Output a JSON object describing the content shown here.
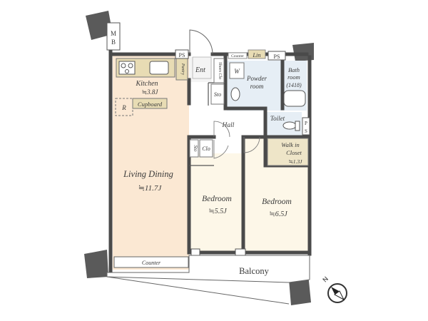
{
  "rooms": {
    "kitchen": {
      "name": "Kitchen",
      "area": "≒3.8J"
    },
    "living_dining": {
      "name": "Living Dining",
      "area": "≒11.7J"
    },
    "bedroom_1": {
      "name": "Bedroom",
      "area": "≒5.5J"
    },
    "bedroom_2": {
      "name": "Bedroom",
      "area": "≒6.5J"
    },
    "walk_in_closet": {
      "line1": "Walk in",
      "line2": "Closet",
      "area": "≒1.3J"
    },
    "bath": {
      "line1": "Bath",
      "line2": "room",
      "line3": "(1418)"
    },
    "powder_room": {
      "line1": "Powder",
      "line2": "room"
    },
    "toilet": "Toilet",
    "hall": "Hall",
    "entrance": "Ent",
    "balcony": "Balcony"
  },
  "fixtures": {
    "mb_m": "M",
    "mb_b": "B",
    "ps_top": "PS",
    "ps_right": "PS",
    "ps_side_p": "P",
    "ps_side_s": "S",
    "pantry": "Pantry",
    "shoes_closet": "Shoes Clo",
    "sto_entry": "Sto",
    "sto_bedroom": "Sto",
    "clo": "Clo",
    "lin": "Lin",
    "w": "W",
    "counter_small": "Counter",
    "counter_ld": "Counter",
    "cupboard": "Cupboard",
    "refrigerator": "R"
  },
  "colors": {
    "wall": "#4a4a4a",
    "living_floor": "#fbe8d3",
    "room_floor": "#fdf7e8",
    "wet_floor": "#e6eef5",
    "cabinet": "#e8dcb4",
    "balcony": "#ffffff"
  }
}
